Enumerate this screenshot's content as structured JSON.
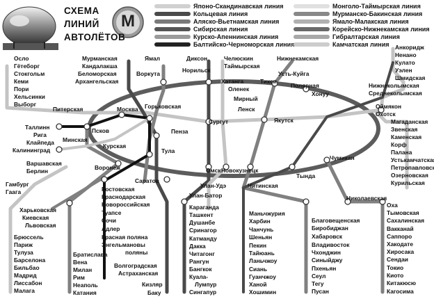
{
  "header": {
    "title_lines": [
      "СХЕМА",
      "ЛИНИЙ",
      "АВТОЛЁТОВ"
    ],
    "logo_letter": "М"
  },
  "colors": {
    "dark": "#4a4a4a",
    "mid": "#808080",
    "light": "#c4c4c4",
    "black": "#111111",
    "ring": "#5c5c5c"
  },
  "legend": [
    "Японо-Скандинавская линия",
    "Кольцевая линия",
    "Аляско-Вьетнамская линия",
    "Сибирская линия",
    "Курско-Апеннинская линия",
    "Балтийско-Черноморская линия",
    "Монголо-Таймырская линия",
    "Мурманско-Бакинская линия",
    "Ямало-Малакская линия",
    "Корейско-Нижнекамская линия",
    "Гибралтарская линия",
    "Камчатская линия"
  ],
  "stations": [
    {
      "id": "s1",
      "name": "Осло"
    },
    {
      "id": "s2",
      "name": "Гётеборг"
    },
    {
      "id": "s3",
      "name": "Стокгольм"
    },
    {
      "id": "s4",
      "name": "Кеми"
    },
    {
      "id": "s5",
      "name": "Пори"
    },
    {
      "id": "s6",
      "name": "Хельсинки"
    },
    {
      "id": "s7",
      "name": "Выборг"
    },
    {
      "id": "s8",
      "name": "Мурманская"
    },
    {
      "id": "s9",
      "name": "Кандалакша"
    },
    {
      "id": "s10",
      "name": "Беломорская"
    },
    {
      "id": "s11",
      "name": "Архангельская"
    },
    {
      "id": "s12",
      "name": "Ямал"
    },
    {
      "id": "s13",
      "name": "Воркута"
    },
    {
      "id": "s14",
      "name": "Диксон"
    },
    {
      "id": "s15",
      "name": "Норильск"
    },
    {
      "id": "s16",
      "name": "Челюскин"
    },
    {
      "id": "s17",
      "name": "Таймырская"
    },
    {
      "id": "s18",
      "name": "Нижнекамская"
    },
    {
      "id": "s19",
      "name": "Хатанга"
    },
    {
      "id": "s20",
      "name": "Тикси"
    },
    {
      "id": "s21",
      "name": "Усть-Куйга"
    },
    {
      "id": "s22",
      "name": "Оленек"
    },
    {
      "id": "s23",
      "name": "Мирный"
    },
    {
      "id": "s24",
      "name": "Ленск"
    },
    {
      "id": "s25",
      "name": "Полярная"
    },
    {
      "id": "s26",
      "name": "Хонуу"
    },
    {
      "id": "s27",
      "name": "Анкоридж"
    },
    {
      "id": "s28",
      "name": "Ненано"
    },
    {
      "id": "s29",
      "name": "Кулато"
    },
    {
      "id": "s30",
      "name": "Уэлен"
    },
    {
      "id": "s31",
      "name": "Шмидская"
    },
    {
      "id": "s32",
      "name": "Нижнеколымская"
    },
    {
      "id": "s33",
      "name": "Среднеколымская"
    },
    {
      "id": "s34",
      "name": "Оймякон"
    },
    {
      "id": "s35",
      "name": "Охотск"
    },
    {
      "id": "s36",
      "name": "Магаданская"
    },
    {
      "id": "s37",
      "name": "Звенская"
    },
    {
      "id": "s38",
      "name": "Каменская"
    },
    {
      "id": "s39",
      "name": "Корф"
    },
    {
      "id": "s40",
      "name": "Палана"
    },
    {
      "id": "s41",
      "name": "Устькамчатская"
    },
    {
      "id": "s42",
      "name": "Петропавловская"
    },
    {
      "id": "s43",
      "name": "Озерновская"
    },
    {
      "id": "s44",
      "name": "Курильская"
    },
    {
      "id": "s45",
      "name": "Питерская"
    },
    {
      "id": "s46",
      "name": "Москва"
    },
    {
      "id": "s47",
      "name": "Горьковская"
    },
    {
      "id": "s48",
      "name": "Сургут"
    },
    {
      "id": "s49",
      "name": "Якутск"
    },
    {
      "id": "s50",
      "name": "Пенза"
    },
    {
      "id": "s51",
      "name": "Таллинн"
    },
    {
      "id": "s52",
      "name": "Рига"
    },
    {
      "id": "s53",
      "name": "Клайпеда"
    },
    {
      "id": "s54",
      "name": "Калининград"
    },
    {
      "id": "s55",
      "name": "Псков"
    },
    {
      "id": "s56",
      "name": "Минская"
    },
    {
      "id": "s57",
      "name": "Курская"
    },
    {
      "id": "s58",
      "name": "Тула"
    },
    {
      "id": "s59",
      "name": "Варшавская"
    },
    {
      "id": "s60",
      "name": "Берлин"
    },
    {
      "id": "s61",
      "name": "Воронеж"
    },
    {
      "id": "s62",
      "name": "Гамбург"
    },
    {
      "id": "s63",
      "name": "Гаага"
    },
    {
      "id": "s64",
      "name": "Саратов"
    },
    {
      "id": "s65",
      "name": "Омск"
    },
    {
      "id": "s66",
      "name": "Новокузнецк"
    },
    {
      "id": "s67",
      "name": "Чумикан"
    },
    {
      "id": "s68",
      "name": "Тында"
    },
    {
      "id": "s69",
      "name": "Читинская"
    },
    {
      "id": "s70",
      "name": "Улан-Удэ"
    },
    {
      "id": "s71",
      "name": "Улан-Батор"
    },
    {
      "id": "s72",
      "name": "Харьковская"
    },
    {
      "id": "s73",
      "name": "Киевская"
    },
    {
      "id": "s74",
      "name": "Львовская"
    },
    {
      "id": "s75",
      "name": "Ростовская"
    },
    {
      "id": "s76",
      "name": "Краснодарская"
    },
    {
      "id": "s77",
      "name": "Новороссийская"
    },
    {
      "id": "s78",
      "name": "Туапсе"
    },
    {
      "id": "s79",
      "name": "Сочи"
    },
    {
      "id": "s80",
      "name": "Адлер"
    },
    {
      "id": "s81",
      "name": "Красная поляна"
    },
    {
      "id": "s82",
      "name": "Энгельмановы"
    },
    {
      "id": "s83",
      "name": "поляны"
    },
    {
      "id": "s84",
      "name": "Брюссель"
    },
    {
      "id": "s85",
      "name": "Париж"
    },
    {
      "id": "s86",
      "name": "Тулуза"
    },
    {
      "id": "s87",
      "name": "Барселона"
    },
    {
      "id": "s88",
      "name": "Бильбао"
    },
    {
      "id": "s89",
      "name": "Мадрид"
    },
    {
      "id": "s90",
      "name": "Лиссабон"
    },
    {
      "id": "s91",
      "name": "Малага"
    },
    {
      "id": "s92",
      "name": "Братислава"
    },
    {
      "id": "s93",
      "name": "Вена"
    },
    {
      "id": "s94",
      "name": "Милан"
    },
    {
      "id": "s95",
      "name": "Рим"
    },
    {
      "id": "s96",
      "name": "Неаполь"
    },
    {
      "id": "s97",
      "name": "Катания"
    },
    {
      "id": "s98",
      "name": "Волгоградская"
    },
    {
      "id": "s99",
      "name": "Астраханская"
    },
    {
      "id": "s100",
      "name": "Кизляр"
    },
    {
      "id": "s101",
      "name": "Баку"
    },
    {
      "id": "s102",
      "name": "Караганда"
    },
    {
      "id": "s103",
      "name": "Ташкент"
    },
    {
      "id": "s104",
      "name": "Душанбе"
    },
    {
      "id": "s105",
      "name": "Сринагор"
    },
    {
      "id": "s106",
      "name": "Катманду"
    },
    {
      "id": "s107",
      "name": "Дакка"
    },
    {
      "id": "s108",
      "name": "Читагонг"
    },
    {
      "id": "s109",
      "name": "Рангун"
    },
    {
      "id": "s110",
      "name": "Бангкок"
    },
    {
      "id": "s111",
      "name": "Куала-"
    },
    {
      "id": "s112",
      "name": "Лумпур"
    },
    {
      "id": "s113",
      "name": "Сингапур"
    },
    {
      "id": "s114",
      "name": "Маньчжурия"
    },
    {
      "id": "s115",
      "name": "Харбин"
    },
    {
      "id": "s116",
      "name": "Чанчунь"
    },
    {
      "id": "s117",
      "name": "Шеньян"
    },
    {
      "id": "s118",
      "name": "Пекин"
    },
    {
      "id": "s119",
      "name": "Тайюань"
    },
    {
      "id": "s120",
      "name": "Ланьчжоу"
    },
    {
      "id": "s121",
      "name": "Сиань"
    },
    {
      "id": "s122",
      "name": "Гуанчжоу"
    },
    {
      "id": "s123",
      "name": "Ханой"
    },
    {
      "id": "s124",
      "name": "Хошимин"
    },
    {
      "id": "s125",
      "name": "Благовещенская"
    },
    {
      "id": "s126",
      "name": "Биробиджан"
    },
    {
      "id": "s127",
      "name": "Хабаровск"
    },
    {
      "id": "s128",
      "name": "Владивосток"
    },
    {
      "id": "s129",
      "name": "Чхонджин"
    },
    {
      "id": "s130",
      "name": "Синыйджу"
    },
    {
      "id": "s131",
      "name": "Пхеньян"
    },
    {
      "id": "s132",
      "name": "Сеул"
    },
    {
      "id": "s133",
      "name": "Тегу"
    },
    {
      "id": "s134",
      "name": "Пусан"
    },
    {
      "id": "s135",
      "name": "Николаевская"
    },
    {
      "id": "s136",
      "name": "Оха"
    },
    {
      "id": "s137",
      "name": "Тымовская"
    },
    {
      "id": "s138",
      "name": "Сахалинская"
    },
    {
      "id": "s139",
      "name": "Вакканай"
    },
    {
      "id": "s140",
      "name": "Саппоро"
    },
    {
      "id": "s141",
      "name": "Хакодате"
    },
    {
      "id": "s142",
      "name": "Хиросака"
    },
    {
      "id": "s143",
      "name": "Сендаи"
    },
    {
      "id": "s144",
      "name": "Токио"
    },
    {
      "id": "s145",
      "name": "Киото"
    },
    {
      "id": "s146",
      "name": "Китакюсю"
    },
    {
      "id": "s147",
      "name": "Кагосима"
    }
  ]
}
